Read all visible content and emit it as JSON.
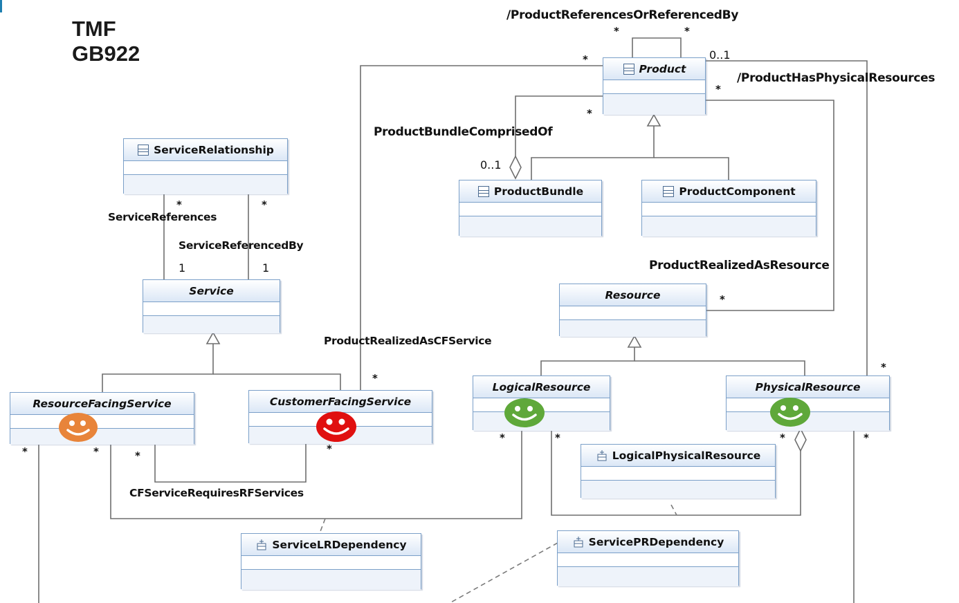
{
  "title": "TMF GB922",
  "classes": {
    "product": "Product",
    "product_bundle": "ProductBundle",
    "product_component": "ProductComponent",
    "service_relationship": "ServiceRelationship",
    "service": "Service",
    "resource": "Resource",
    "resource_facing_service": "ResourceFacingService",
    "customer_facing_service": "CustomerFacingService",
    "logical_resource": "LogicalResource",
    "physical_resource": "PhysicalResource",
    "logical_physical_resource": "LogicalPhysicalResource",
    "service_lr_dependency": "ServiceLRDependency",
    "service_pr_dependency": "ServicePRDependency"
  },
  "associations": {
    "product_references": "/ProductReferencesOrReferencedBy",
    "product_has_physical": "/ProductHasPhysicalResources",
    "bundle_comprised_of": "ProductBundleComprisedOf",
    "service_references": "ServiceReferences",
    "service_referenced_by": "ServiceReferencedBy",
    "product_realized_as_resource": "ProductRealizedAsResource",
    "product_realized_as_cfservice": "ProductRealizedAsCFService",
    "cf_requires_rf": "CFServiceRequiresRFServices"
  },
  "multiplicities": {
    "star": "*",
    "one": "1",
    "zero_one": "0..1"
  },
  "smileys": {
    "rfs": {
      "mood": "orange",
      "color": "#e8843a"
    },
    "cfs": {
      "mood": "red",
      "color": "#e01010"
    },
    "logical": {
      "mood": "green",
      "color": "#5fa83a"
    },
    "physical": {
      "mood": "green",
      "color": "#5fa83a"
    }
  },
  "colors": {
    "class_border": "#7a9fc8",
    "header_gradient_bottom": "#dbe7f6",
    "line": "#6e6e6e"
  }
}
